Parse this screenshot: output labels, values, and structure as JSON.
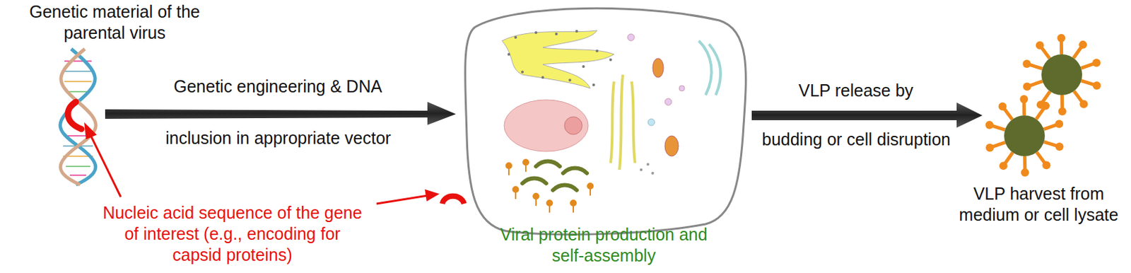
{
  "diagram": {
    "labels": [
      "Genetic material of the parental virus",
      "Genetic engineering & DNA",
      "inclusion in appropriate vector",
      "Nucleic acid sequence of the gene of interest (e.g., encoding for capsid proteins)",
      "Viral protein production and self-assembly",
      "VLP release by",
      "budding or cell disruption",
      "VLP harvest from medium or cell lysate"
    ]
  }
}
